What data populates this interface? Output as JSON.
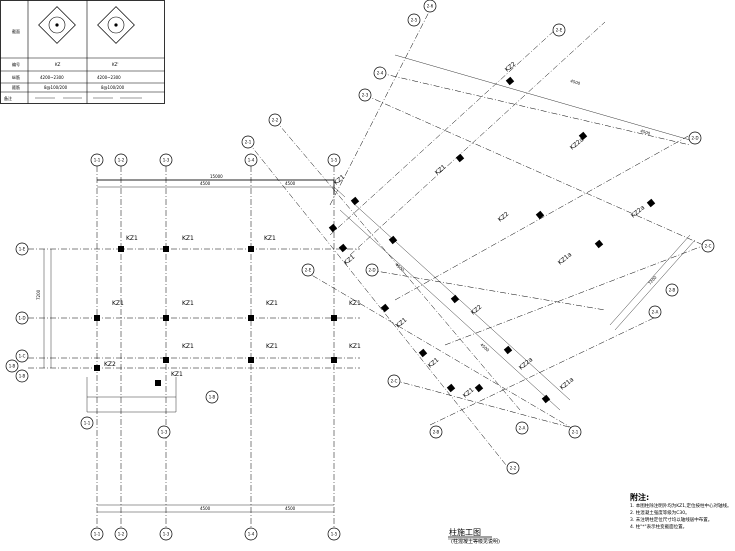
{
  "legend": {
    "header_col1": "KZ",
    "header_col2": "KZ'",
    "rows": [
      {
        "label": "",
        "c1": "",
        "c2": ""
      },
      {
        "label": "",
        "c1": "4200~2300",
        "c2": "4200~2300"
      },
      {
        "label": "",
        "c1": "8@100/200",
        "c2": "8@100/200"
      },
      {
        "label": "",
        "c1": "",
        "c2": ""
      }
    ]
  },
  "axes_left_top": [
    "1-1",
    "1-2",
    "1-3",
    "1-4",
    "1-5"
  ],
  "axes_left_bottom": [
    "1-1",
    "1-2",
    "1-3",
    "1-4",
    "1-5"
  ],
  "axes_left_side": [
    "1-B",
    "1-C",
    "1-D",
    "1-E"
  ],
  "axes_diag_top": [
    "2-1",
    "2-2",
    "2-3",
    "2-4",
    "2-5",
    "2-6"
  ],
  "axes_diag_right": [
    "2-A",
    "2-B",
    "2-C",
    "2-D",
    "2-E"
  ],
  "columns": {
    "kz": "KZ1",
    "kz2": "KZ2",
    "kz1a": "KZ1a",
    "kz2a": "KZ2a"
  },
  "dims": {
    "top_total": "15000",
    "left_total": "7200",
    "seg": "4500"
  },
  "drawing_title": "柱施工图",
  "drawing_subtitle": "(柱混凝土等级见说明)",
  "notes": {
    "heading": "附注:",
    "items": [
      "1. 本图柱除注明外均为KZ1,定位按柱中心对轴线。",
      "2. 柱混凝土强度等级为C30。",
      "3. 未注明柱定位尺寸均以轴线居中布置。",
      "4. 柱\"*\"表示柱变截面位置。"
    ]
  }
}
